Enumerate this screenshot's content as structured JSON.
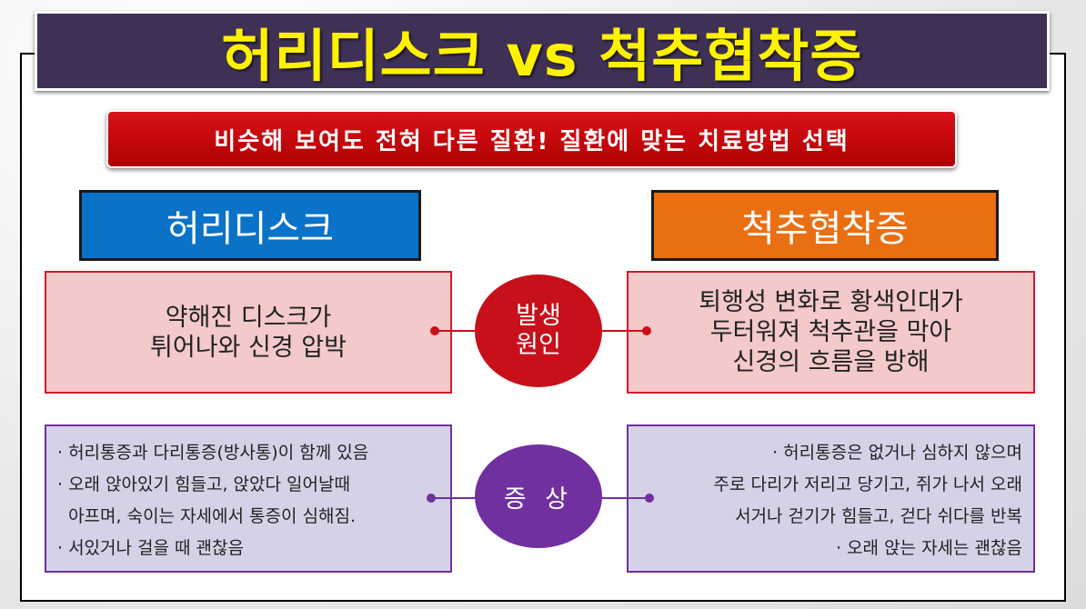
{
  "title": "허리디스크 vs 척추협착증",
  "subtitle": "비슷해 보여도 전혀 다른 질환! 질환에 맞는 치료방법 선택",
  "left": {
    "heading": "허리디스크",
    "cause": "약해진 디스크가\n튀어나와 신경 압박",
    "symptoms": [
      "· 허리통증과 다리통증(방사통)이 함께 있음",
      "· 오래 앉아있기 힘들고, 앉았다 일어날때",
      "  아프며, 숙이는 자세에서 통증이 심해짐.",
      "· 서있거나 걸을 때 괜찮음"
    ]
  },
  "right": {
    "heading": "척추협착증",
    "cause": "퇴행성 변화로 황색인대가\n두터워져 척추관을 막아\n신경의 흐름을 방해",
    "symptoms": [
      "· 허리통증은 없거나 심하지 않으며",
      "주로 다리가 저리고 당기고, 쥐가 나서 오래",
      "서거나 걷기가 힘들고, 걷다 쉬다를 반복",
      "· 오래 앉는 자세는 괜찮음"
    ]
  },
  "center": {
    "cause_line1": "발생",
    "cause_line2": "원인",
    "symptoms_label": "증 상"
  },
  "colors": {
    "title_bg": "#3f3056",
    "title_text": "#fff200",
    "subtitle_bg": "#c8101a",
    "disc_blue": "#0a72c7",
    "stenosis_orange": "#ea6f12",
    "cause_fill": "#f3c9c9",
    "symptom_fill": "#d5d2e8",
    "symptom_purple": "#7030a0"
  }
}
